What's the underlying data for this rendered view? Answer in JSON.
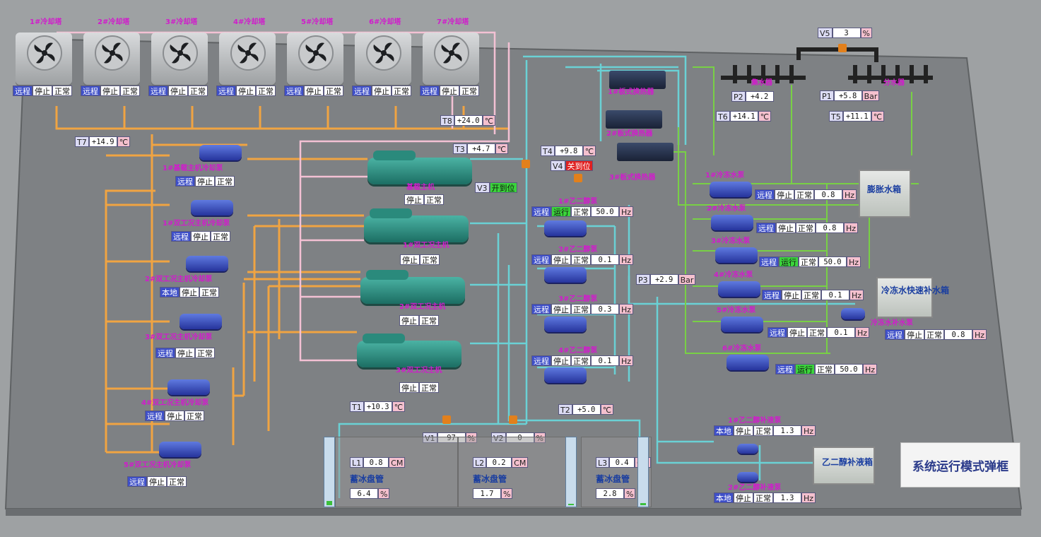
{
  "colors": {
    "condenser_pipe": "#f0a442",
    "chilled_pipe": "#6ad1d5",
    "cooling_pipe": "#f3c1d4",
    "ground_pipe": "#78d045",
    "accent_remote": "#3e4fc8",
    "status_run": "#3bd43b",
    "status_alarm": "#e02020"
  },
  "cooling_towers": [
    {
      "title": "1#冷却塔",
      "st": [
        "远程",
        "停止",
        "正常"
      ]
    },
    {
      "title": "2#冷却塔",
      "st": [
        "远程",
        "停止",
        "正常"
      ]
    },
    {
      "title": "3#冷却塔",
      "st": [
        "远程",
        "停止",
        "正常"
      ]
    },
    {
      "title": "4#冷却塔",
      "st": [
        "远程",
        "停止",
        "正常"
      ]
    },
    {
      "title": "5#冷却塔",
      "st": [
        "远程",
        "停止",
        "正常"
      ]
    },
    {
      "title": "6#冷却塔",
      "st": [
        "远程",
        "停止",
        "正常"
      ]
    },
    {
      "title": "7#冷却塔",
      "st": [
        "远程",
        "停止",
        "正常"
      ]
    }
  ],
  "left_pumps": [
    {
      "title": "1#基载主机冷却泵",
      "st": [
        "远程",
        "停止",
        "正常"
      ]
    },
    {
      "title": "1#双工况主机冷却泵",
      "st": [
        "远程",
        "停止",
        "正常"
      ]
    },
    {
      "title": "2#双工况主机冷却泵",
      "st": [
        "本地",
        "停止",
        "正常"
      ]
    },
    {
      "title": "3#双工况主机冷却泵",
      "st": [
        "远程",
        "停止",
        "正常"
      ]
    },
    {
      "title": "4#双工况主机冷却泵",
      "st": [
        "远程",
        "停止",
        "正常"
      ]
    },
    {
      "title": "5#双工况主机冷却泵",
      "st": [
        "远程",
        "停止",
        "正常"
      ]
    }
  ],
  "chillers": [
    {
      "title": "基载主机",
      "st": [
        "停止",
        "正常"
      ]
    },
    {
      "title": "1#双工况主机",
      "st": [
        "停止",
        "正常"
      ]
    },
    {
      "title": "2#双工况主机",
      "st": [
        "停止",
        "正常"
      ]
    },
    {
      "title": "3#双工况主机",
      "st": [
        "停止",
        "正常"
      ]
    }
  ],
  "glycol_pumps": [
    {
      "title": "1#乙二醇泵",
      "st": [
        "远程",
        "运行",
        "正常"
      ],
      "hz": "50.0",
      "unit": "Hz"
    },
    {
      "title": "2#乙二醇泵",
      "st": [
        "远程",
        "停止",
        "正常"
      ],
      "hz": "0.1",
      "unit": "Hz"
    },
    {
      "title": "3#乙二醇泵",
      "st": [
        "远程",
        "停止",
        "正常"
      ],
      "hz": "0.3",
      "unit": "Hz"
    },
    {
      "title": "4#乙二醇泵",
      "st": [
        "远程",
        "停止",
        "正常"
      ],
      "hz": "0.1",
      "unit": "Hz"
    }
  ],
  "heat_exchangers": [
    "1#板式换热器",
    "2#板式换热器",
    "3#板式换热器"
  ],
  "chilled_pumps": [
    {
      "title": "1#冷冻水泵",
      "st": [
        "远程",
        "停止",
        "正常"
      ],
      "hz": "0.8",
      "unit": "Hz"
    },
    {
      "title": "2#冷冻水泵",
      "st": [
        "远程",
        "停止",
        "正常"
      ],
      "hz": "0.8",
      "unit": "Hz"
    },
    {
      "title": "3#冷冻水泵",
      "st": [
        "远程",
        "运行",
        "正常"
      ],
      "hz": "50.0",
      "unit": "Hz"
    },
    {
      "title": "4#冷冻水泵",
      "st": [
        "远程",
        "停止",
        "正常"
      ],
      "hz": "0.1",
      "unit": "Hz"
    },
    {
      "title": "5#冷冻水泵",
      "st": [
        "远程",
        "停止",
        "正常"
      ],
      "hz": "0.1",
      "unit": "Hz"
    },
    {
      "title": "6#冷冻水泵",
      "st": [
        "远程",
        "运行",
        "正常"
      ],
      "hz": "50.0",
      "unit": "Hz"
    }
  ],
  "makeup": {
    "title": "冷冻水补水泵",
    "st": [
      "远程",
      "停止",
      "正常"
    ],
    "hz": "0.8",
    "unit": "Hz"
  },
  "glycol_makeup": [
    {
      "title": "1#乙二醇补液泵",
      "st": [
        "本地",
        "停止",
        "正常"
      ],
      "hz": "1.3",
      "unit": "Hz"
    },
    {
      "title": "2#乙二醇补液泵",
      "st": [
        "本地",
        "停止",
        "正常"
      ],
      "hz": "1.3",
      "unit": "Hz"
    }
  ],
  "sensors": {
    "T1": {
      "label": "T1",
      "value": "+10.3",
      "unit": "℃"
    },
    "T2": {
      "label": "T2",
      "value": "+5.0",
      "unit": "℃"
    },
    "T3": {
      "label": "T3",
      "value": "+4.7",
      "unit": "℃"
    },
    "T4": {
      "label": "T4",
      "value": "+9.8",
      "unit": "℃"
    },
    "T5": {
      "label": "T5",
      "value": "+11.1",
      "unit": "℃"
    },
    "T6": {
      "label": "T6",
      "value": "+14.1",
      "unit": "℃"
    },
    "T7": {
      "label": "T7",
      "value": "+14.9",
      "unit": "℃"
    },
    "T8": {
      "label": "T8",
      "value": "+24.0",
      "unit": "℃"
    },
    "P1": {
      "label": "P1",
      "value": "+5.8",
      "unit": "Bar"
    },
    "P2": {
      "label": "P2",
      "value": "+4.2",
      "unit": ""
    },
    "P3": {
      "label": "P3",
      "value": "+2.9",
      "unit": "Bar"
    },
    "V1": {
      "label": "V1",
      "value": "97",
      "unit": "%"
    },
    "V2": {
      "label": "V2",
      "value": "0",
      "unit": "%"
    },
    "V5": {
      "label": "V5",
      "value": "3",
      "unit": "%"
    }
  },
  "v3": {
    "label": "V3",
    "state": "开到位"
  },
  "v4": {
    "label": "V4",
    "state": "关到位"
  },
  "headers": {
    "collector": "集水器",
    "distributor": "分水器"
  },
  "tanks": {
    "expansion": "膨胀水箱",
    "chilled_makeup": "冷冻水快速补水箱",
    "glycol": "乙二醇补液箱"
  },
  "ice_coils": [
    {
      "level_label": "L1",
      "level": "0.8",
      "level_unit": "CM",
      "name": "蓄冰盘管",
      "pct": "6.4",
      "pct_unit": "%",
      "fill": 0.064
    },
    {
      "level_label": "L2",
      "level": "0.2",
      "level_unit": "CM",
      "name": "蓄冰盘管",
      "pct": "1.7",
      "pct_unit": "%",
      "fill": 0.017
    },
    {
      "level_label": "L3",
      "level": "0.4",
      "level_unit": "CM",
      "name": "蓄冰盘管",
      "pct": "2.8",
      "pct_unit": "%",
      "fill": 0.028
    }
  ],
  "popup_button": "系统运行模式弹框"
}
